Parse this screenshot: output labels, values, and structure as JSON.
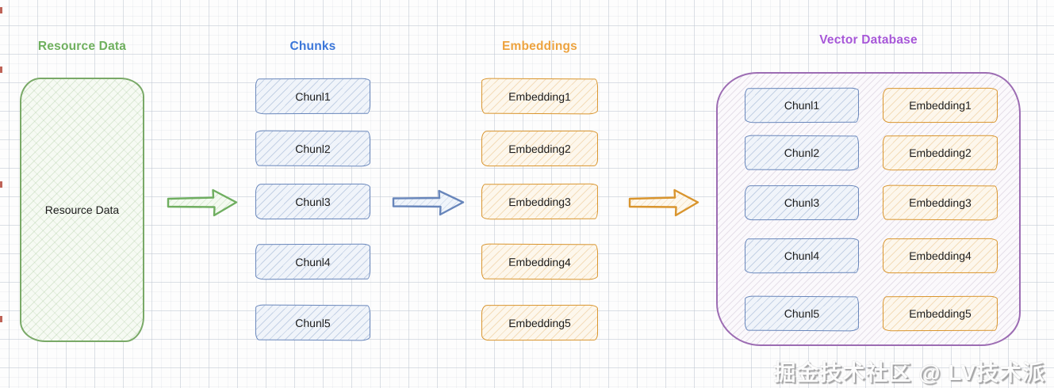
{
  "resource": {
    "title": "Resource Data",
    "label": "Resource Data"
  },
  "chunks": {
    "title": "Chunks",
    "items": [
      "Chunl1",
      "Chunl2",
      "Chunl3",
      "Chunl4",
      "Chunl5"
    ]
  },
  "embeddings": {
    "title": "Embeddings",
    "items": [
      "Embedding1",
      "Embedding2",
      "Embedding3",
      "Embedding4",
      "Embedding5"
    ]
  },
  "vector_db": {
    "title": "Vector Database",
    "chunk_items": [
      "Chunl1",
      "Chunl2",
      "Chunl3",
      "Chunl4",
      "Chunl5"
    ],
    "embedding_items": [
      "Embedding1",
      "Embedding2",
      "Embedding3",
      "Embedding4",
      "Embedding5"
    ]
  },
  "arrows": {
    "resource_to_chunks": "arrow-right-icon",
    "chunks_to_embeddings": "arrow-right-icon",
    "embeddings_to_vector_db": "arrow-right-icon"
  },
  "watermark": {
    "text": "掘金技术社区 @ LV技术派"
  },
  "colors": {
    "title_green": "#6fb05e",
    "title_blue": "#3b76d9",
    "title_orange": "#eda33f",
    "title_purple": "#a757d8",
    "resource_border": "#79a967",
    "chunk_border": "#6886bb",
    "embedding_border": "#d9952e",
    "vector_db_border": "#9c6cb3"
  }
}
